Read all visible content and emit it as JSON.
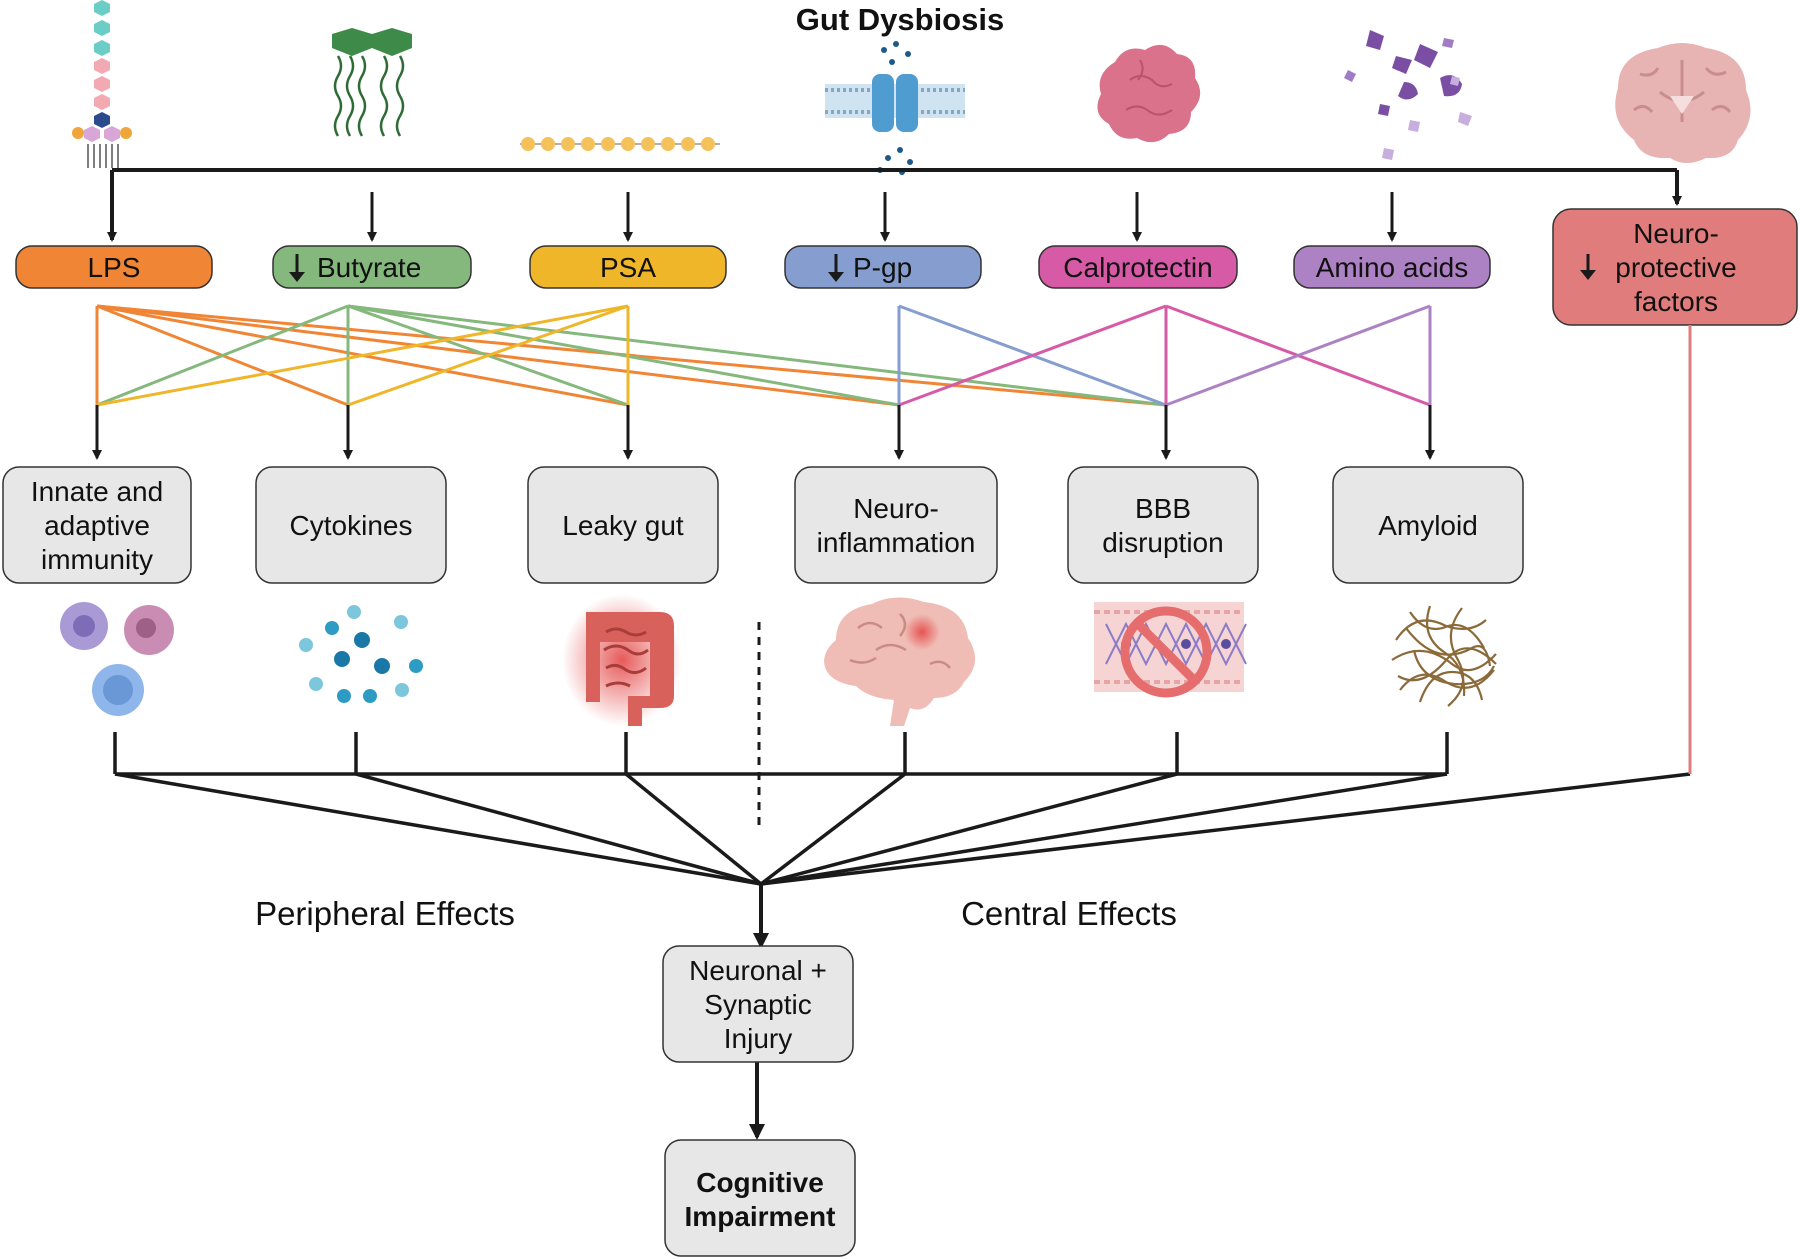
{
  "title": "Gut Dysbiosis",
  "factors": {
    "lps": {
      "label": "LPS",
      "color": "#ef8535"
    },
    "butyrate": {
      "label": "Butyrate",
      "color": "#85b87c",
      "down": true
    },
    "psa": {
      "label": "PSA",
      "color": "#f0b62a"
    },
    "pgp": {
      "label": "P-gp",
      "color": "#859ecf",
      "down": true
    },
    "calprotectin": {
      "label": "Calprotectin",
      "color": "#d65aa6"
    },
    "amino": {
      "label": "Amino acids",
      "color": "#ad82c4"
    },
    "neuroprotective": {
      "line1": "Neuro-",
      "line2": "protective",
      "line3": "factors",
      "color": "#e07c7c",
      "down": true
    }
  },
  "effects": {
    "immunity": {
      "line1": "Innate and",
      "line2": "adaptive",
      "line3": "immunity"
    },
    "cytokines": {
      "line1": "Cytokines"
    },
    "leaky": {
      "line1": "Leaky gut"
    },
    "neuroinflammation": {
      "line1": "Neuro-",
      "line2": "inflammation"
    },
    "bbb": {
      "line1": "BBB",
      "line2": "disruption"
    },
    "amyloid": {
      "line1": "Amyloid"
    }
  },
  "regions": {
    "peripheral": "Peripheral Effects",
    "central": "Central Effects"
  },
  "outcomes": {
    "injury": {
      "line1": "Neuronal +",
      "line2": "Synaptic",
      "line3": "Injury"
    },
    "cognitive": {
      "line1": "Cognitive",
      "line2": "Impairment"
    }
  },
  "icons": [
    "lps-molecule-icon",
    "butyrate-molecule-icon",
    "psa-chain-icon",
    "pgp-transporter-icon",
    "calprotectin-icon",
    "amino-acids-icon",
    "brain-section-icon",
    "immune-cells-icon",
    "cytokine-dots-icon",
    "leaky-gut-icon",
    "inflamed-brain-icon",
    "bbb-disruption-icon",
    "amyloid-fibrils-icon"
  ],
  "colors": {
    "box_fill": "#e6e7e6",
    "line": "#1a1a1a",
    "neuroprotective_line": "#e07c7c"
  }
}
